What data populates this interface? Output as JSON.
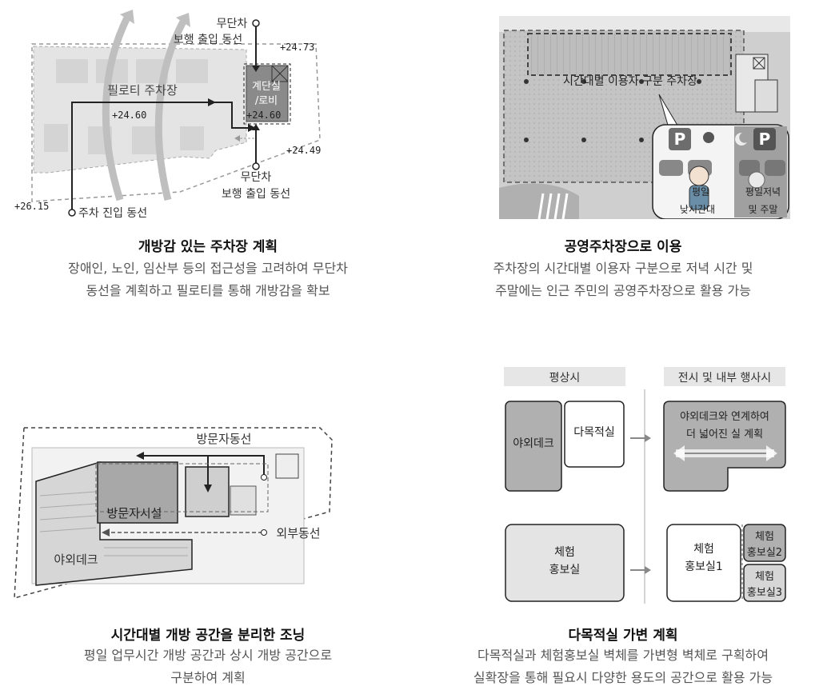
{
  "panel1": {
    "labels": {
      "top_no_car": "무단차",
      "top_walk": "보행 출입 동선",
      "lv_2473": "+24.73",
      "piloti": "필로티 주차장",
      "stair1": "계단실",
      "stair2": "/로비",
      "lv_2460a": "+24.60",
      "lv_2460b": "+24.60",
      "lv_2449": "+24.49",
      "bot_no_car": "무단차",
      "bot_walk": "보행 출입 동선",
      "lv_2615": "+26.15",
      "car_entry": "주차 진입 동선"
    },
    "title": "개방감 있는 주차장 계획",
    "desc1": "장애인, 노인, 임산부 등의 접근성을 고려하여 무단차",
    "desc2": "동선을 계획하고 필로티를 통해 개방감을 확보"
  },
  "panel2": {
    "labels": {
      "zone": "시간대별 이용자 구분 주차장",
      "weekday": "평일",
      "daytime": "낮시간대",
      "evening": "평일저녁",
      "weekend": "및 주말",
      "p1": "P",
      "p2": "P"
    },
    "title": "공영주차장으로 이용",
    "desc1": "주차장의 시간대별 이용자 구분으로 저녁 시간 및",
    "desc2": "주말에는 인근 주민의 공영주차장으로 활용 가능"
  },
  "panel3": {
    "labels": {
      "visitor_flow": "방문자동선",
      "visitor_facility": "방문자시설",
      "external_flow": "외부동선",
      "outdoor_deck": "야외데크"
    },
    "title": "시간대별 개방 공간을 분리한 조닝",
    "desc1": "평일 업무시간 개방 공간과 상시 개방 공간으로",
    "desc2": "구분하여 계획"
  },
  "panel4": {
    "labels": {
      "normal": "평상시",
      "event": "전시 및 내부 행사시",
      "outdoor_deck": "야외데크",
      "multi_room": "다목적실",
      "connect1": "야외데크와 연계하여",
      "connect2": "더 넓어진 실 계획",
      "exp1a": "체험",
      "exp1b": "홍보실",
      "exp2a": "체험",
      "exp2b": "홍보실1",
      "exp3a": "체험",
      "exp3b": "홍보실2",
      "exp4a": "체험",
      "exp4b": "홍보실3"
    },
    "title": "다목적실 가변 계획",
    "desc1": "다목적실과 체험홍보실 벽체를 가변형 벽체로 구획하여",
    "desc2": "실확장을 통해 필요시 다양한 용도의 공간으로 활용 가능"
  },
  "colors": {
    "dark_gray": "#8a8a8a",
    "mid_gray": "#b5b5b5",
    "light_gray": "#e2e2e2",
    "line": "#222222"
  }
}
